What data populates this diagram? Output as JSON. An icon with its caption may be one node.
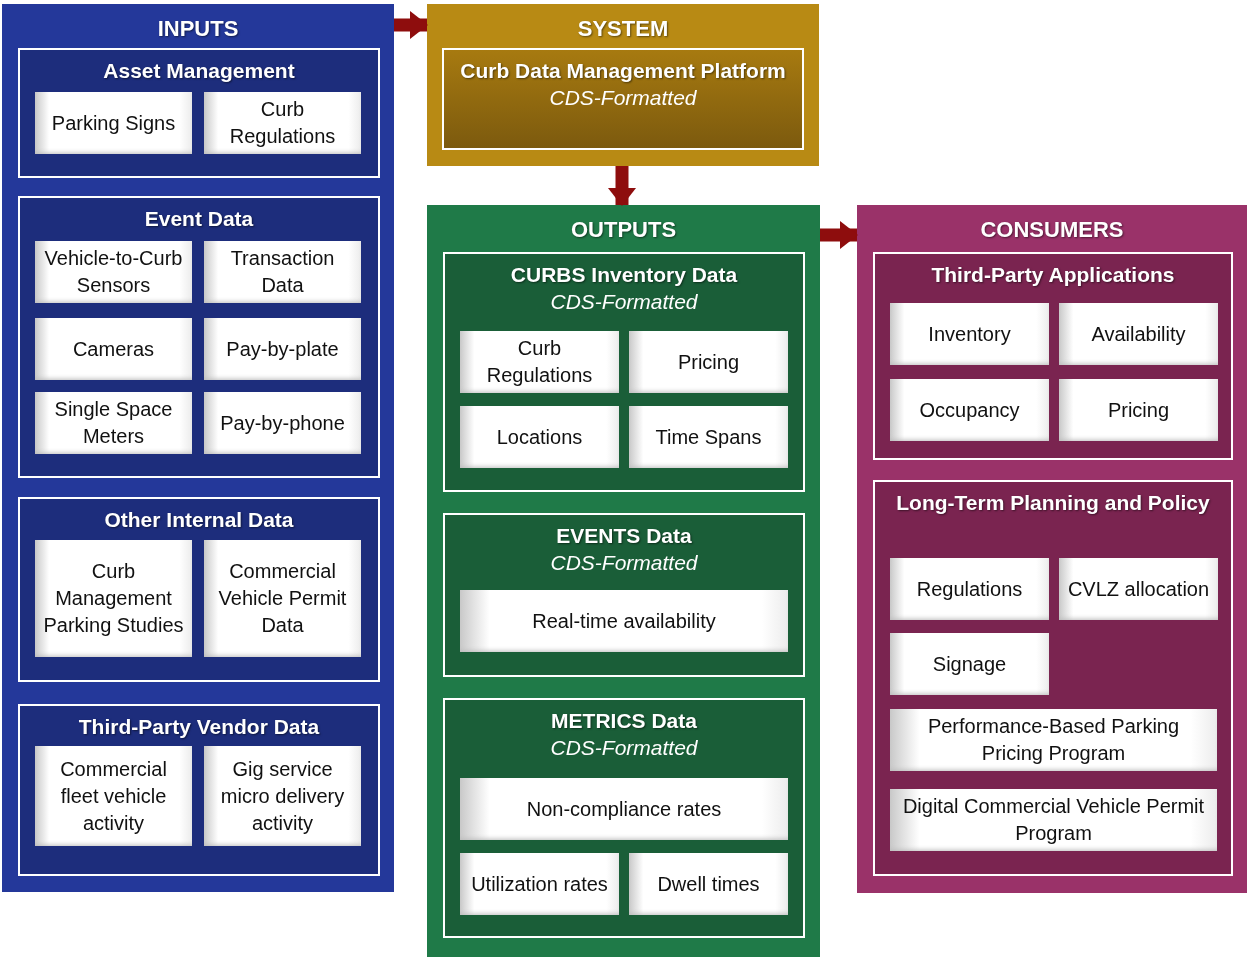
{
  "diagram": {
    "nodes": [
      {
        "text": [
          "INPUTS"
        ]
      },
      {
        "text": [
          "Asset Management"
        ],
        "in": 0
      },
      {
        "text": [
          "Parking Signs"
        ],
        "in": 1
      },
      {
        "text": [
          "Curb Regulations"
        ],
        "in": 1
      },
      {
        "text": [
          "Event Data"
        ],
        "in": 0
      },
      {
        "text": [
          "Vehicle-to-Curb Sensors"
        ],
        "in": 4
      },
      {
        "text": [
          "Transaction Data"
        ],
        "in": 4
      },
      {
        "text": [
          "Cameras"
        ],
        "in": 4
      },
      {
        "text": [
          "Pay-by-plate"
        ],
        "in": 4
      },
      {
        "text": [
          "Single Space Meters"
        ],
        "in": 4
      },
      {
        "text": [
          "Pay-by-phone"
        ],
        "in": 4
      },
      {
        "text": [
          "Other Internal Data"
        ],
        "in": 0
      },
      {
        "text": [
          "Curb Management Parking Studies"
        ],
        "in": 11
      },
      {
        "text": [
          "Commercial Vehicle Permit Data"
        ],
        "in": 11
      },
      {
        "text": [
          "Third-Party Vendor Data"
        ],
        "in": 0
      },
      {
        "text": [
          "Commercial fleet vehicle activity"
        ],
        "in": 14
      },
      {
        "text": [
          "Gig service micro delivery activity"
        ],
        "in": 14
      },
      {
        "text": [
          "SYSTEM"
        ]
      },
      {
        "text": [
          "Curb Data Management Platform",
          "CDS-Formatted"
        ],
        "in": 17
      },
      {
        "text": [
          "OUTPUTS"
        ]
      },
      {
        "text": [
          "CURBS Inventory Data",
          "CDS-Formatted"
        ],
        "in": 19
      },
      {
        "text": [
          "Curb Regulations"
        ],
        "in": 20
      },
      {
        "text": [
          "Pricing"
        ],
        "in": 20
      },
      {
        "text": [
          "Locations"
        ],
        "in": 20
      },
      {
        "text": [
          "Time Spans"
        ],
        "in": 20
      },
      {
        "text": [
          "EVENTS Data",
          "CDS-Formatted"
        ],
        "in": 19
      },
      {
        "text": [
          "Real-time availability"
        ],
        "in": 25
      },
      {
        "text": [
          "METRICS Data",
          "CDS-Formatted"
        ],
        "in": 19
      },
      {
        "text": [
          "Non-compliance rates"
        ],
        "in": 27
      },
      {
        "text": [
          "Utilization rates"
        ],
        "in": 27
      },
      {
        "text": [
          "Dwell times"
        ],
        "in": 27
      },
      {
        "text": [
          "CONSUMERS"
        ]
      },
      {
        "text": [
          "Third-Party Applications"
        ],
        "in": 31
      },
      {
        "text": [
          "Inventory"
        ],
        "in": 32
      },
      {
        "text": [
          "Availability"
        ],
        "in": 32
      },
      {
        "text": [
          "Occupancy"
        ],
        "in": 32
      },
      {
        "text": [
          "Pricing"
        ],
        "in": 32
      },
      {
        "text": [
          "Long-Term Planning and Policy"
        ],
        "in": 31
      },
      {
        "text": [
          "Regulations"
        ],
        "in": 37
      },
      {
        "text": [
          "CVLZ allocation"
        ],
        "in": 37
      },
      {
        "text": [
          "Signage"
        ],
        "in": 37
      },
      {
        "text": [
          "Performance-Based Parking Pricing Program"
        ],
        "in": 37
      },
      {
        "text": [
          "Digital Commercial Vehicle Permit Program"
        ],
        "in": 37
      }
    ],
    "edges": [
      {
        "from": 0,
        "to": 17,
        "arrow": "to"
      },
      {
        "from": 17,
        "to": 19,
        "arrow": "to"
      },
      {
        "from": 19,
        "to": 31,
        "arrow": "to"
      }
    ]
  }
}
